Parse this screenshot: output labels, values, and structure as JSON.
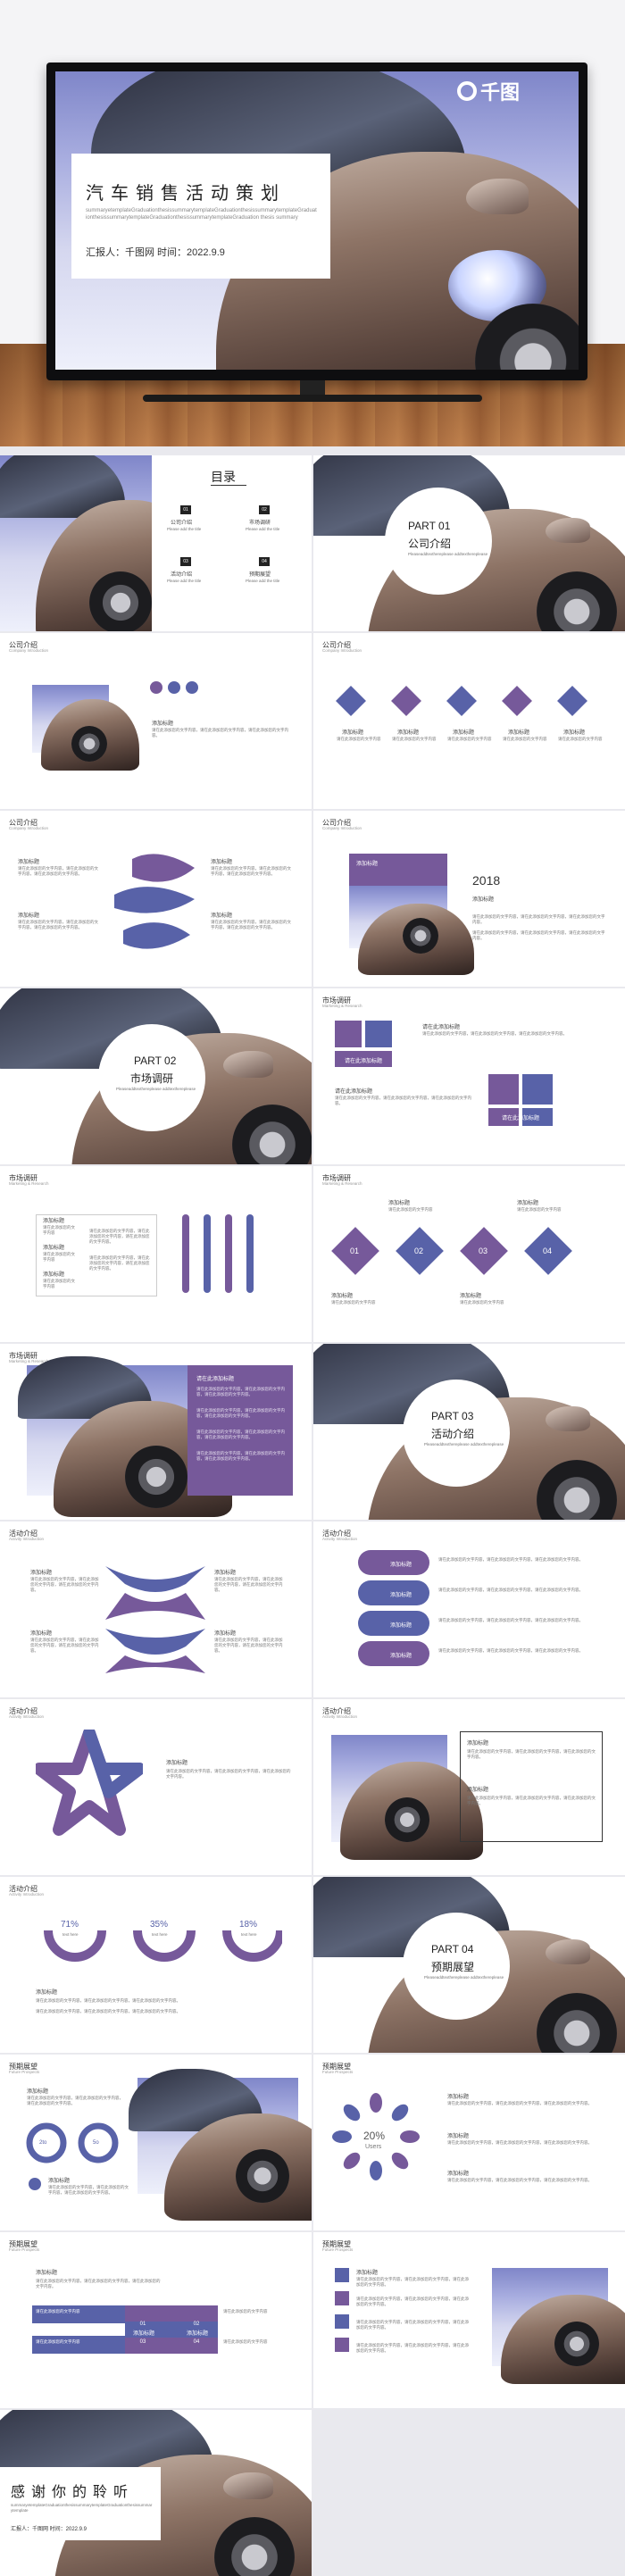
{
  "hero": {
    "logo": "千图",
    "title": "汽车销售活动策划",
    "subtitle": "summaryetemplateGraduationthesissummarytemplateGraduationthesissummarytemplateGraduationthesissummarytemplateGraduationthesissummarytemplateGraduation thesis summary",
    "report": "汇报人：千图网  时间：2022.9.9"
  },
  "toc": {
    "title": "目录",
    "items": [
      {
        "num": "01",
        "label": "公司介绍",
        "en": "Please add the title"
      },
      {
        "num": "02",
        "label": "市场调研",
        "en": "Please add the title"
      },
      {
        "num": "03",
        "label": "活动介绍",
        "en": "Please add the title"
      },
      {
        "num": "04",
        "label": "预期展望",
        "en": "Please add the title"
      }
    ]
  },
  "parts": [
    {
      "num": "PART 01",
      "title": "公司介绍",
      "en": "Pleaseaddtexthereplease addtexthereplease"
    },
    {
      "num": "PART 02",
      "title": "市场调研",
      "en": "Pleaseaddtexthereplease addtexthereplease"
    },
    {
      "num": "PART 03",
      "title": "活动介绍",
      "en": "Pleaseaddtexthereplease addtexthereplease"
    },
    {
      "num": "PART 04",
      "title": "预期展望",
      "en": "Pleaseaddtexthereplease addtexthereplease"
    }
  ],
  "sections": {
    "company": {
      "title": "公司介绍",
      "en": "Company Introduction"
    },
    "market": {
      "title": "市场调研",
      "en": "Marketing & Research"
    },
    "activity": {
      "title": "活动介绍",
      "en": "Activity Introduction"
    },
    "future": {
      "title": "预期展望",
      "en": "Future Prospects"
    }
  },
  "common": {
    "add_title": "添加标题",
    "add_title_please": "请在此添加标题",
    "body": "请在此添加您的文字内容，请在此添加您的文字内容，请在此添加您的文字内容。",
    "short": "请在此添加您的文字内容"
  },
  "year": "2018",
  "steps": [
    "01",
    "02",
    "03",
    "04"
  ],
  "percents": [
    "71%",
    "35%",
    "18%"
  ],
  "percent_sub": "text here",
  "donuts": [
    "2to",
    "5o"
  ],
  "center": {
    "pct": "20%",
    "label": "Users"
  },
  "flow": {
    "left": "01",
    "right": "02",
    "l2": "03",
    "r2": "04"
  },
  "closing": {
    "title": "感谢你的聆听",
    "sub": "summaryetemplateGraduationthesissummarytemplateGraduationthesissummarytemplate",
    "report": "汇报人：千图网  时间：2022.9.9"
  },
  "colors": {
    "purple": "#76599a",
    "blue": "#5862a8",
    "wood": "#a7693c"
  }
}
